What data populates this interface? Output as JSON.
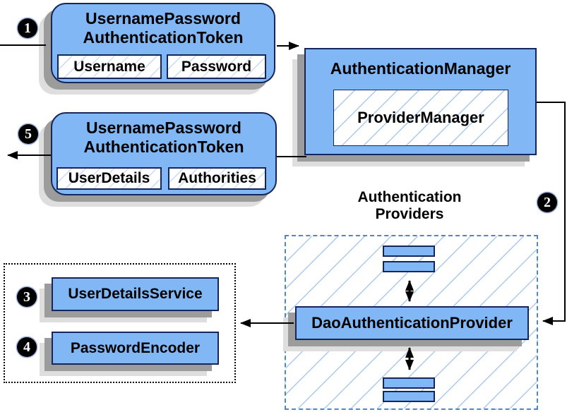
{
  "colors": {
    "box_fill": "#82b7f5",
    "box_border": "#15265b",
    "hatch_line": "#a9c9ef",
    "hatch_line_light": "#c9daf3",
    "shadow_dark": "#9c9c9c",
    "shadow_light": "#dedede",
    "providers_dashed_border": "#4f86c8",
    "beans_dotted_border": "#000000",
    "arrow": "#000000",
    "badge_background": "#000000",
    "badge_text": "#ffffff"
  },
  "step1_token": {
    "badge": "1",
    "title_line1": "UsernamePassword",
    "title_line2": "AuthenticationToken",
    "fields": [
      "Username",
      "Password"
    ]
  },
  "auth_manager": {
    "title": "AuthenticationManager",
    "inner": "ProviderManager"
  },
  "step2": {
    "badge": "2"
  },
  "step5_token": {
    "badge": "5",
    "title_line1": "UsernamePassword",
    "title_line2": "AuthenticationToken",
    "fields": [
      "UserDetails",
      "Authorities"
    ]
  },
  "providers": {
    "title_line1": "Authentication",
    "title_line2": "Providers",
    "main": "DaoAuthenticationProvider"
  },
  "beans": {
    "items": [
      {
        "badge": "3",
        "label": "UserDetailsService"
      },
      {
        "badge": "4",
        "label": "PasswordEncoder"
      }
    ]
  }
}
